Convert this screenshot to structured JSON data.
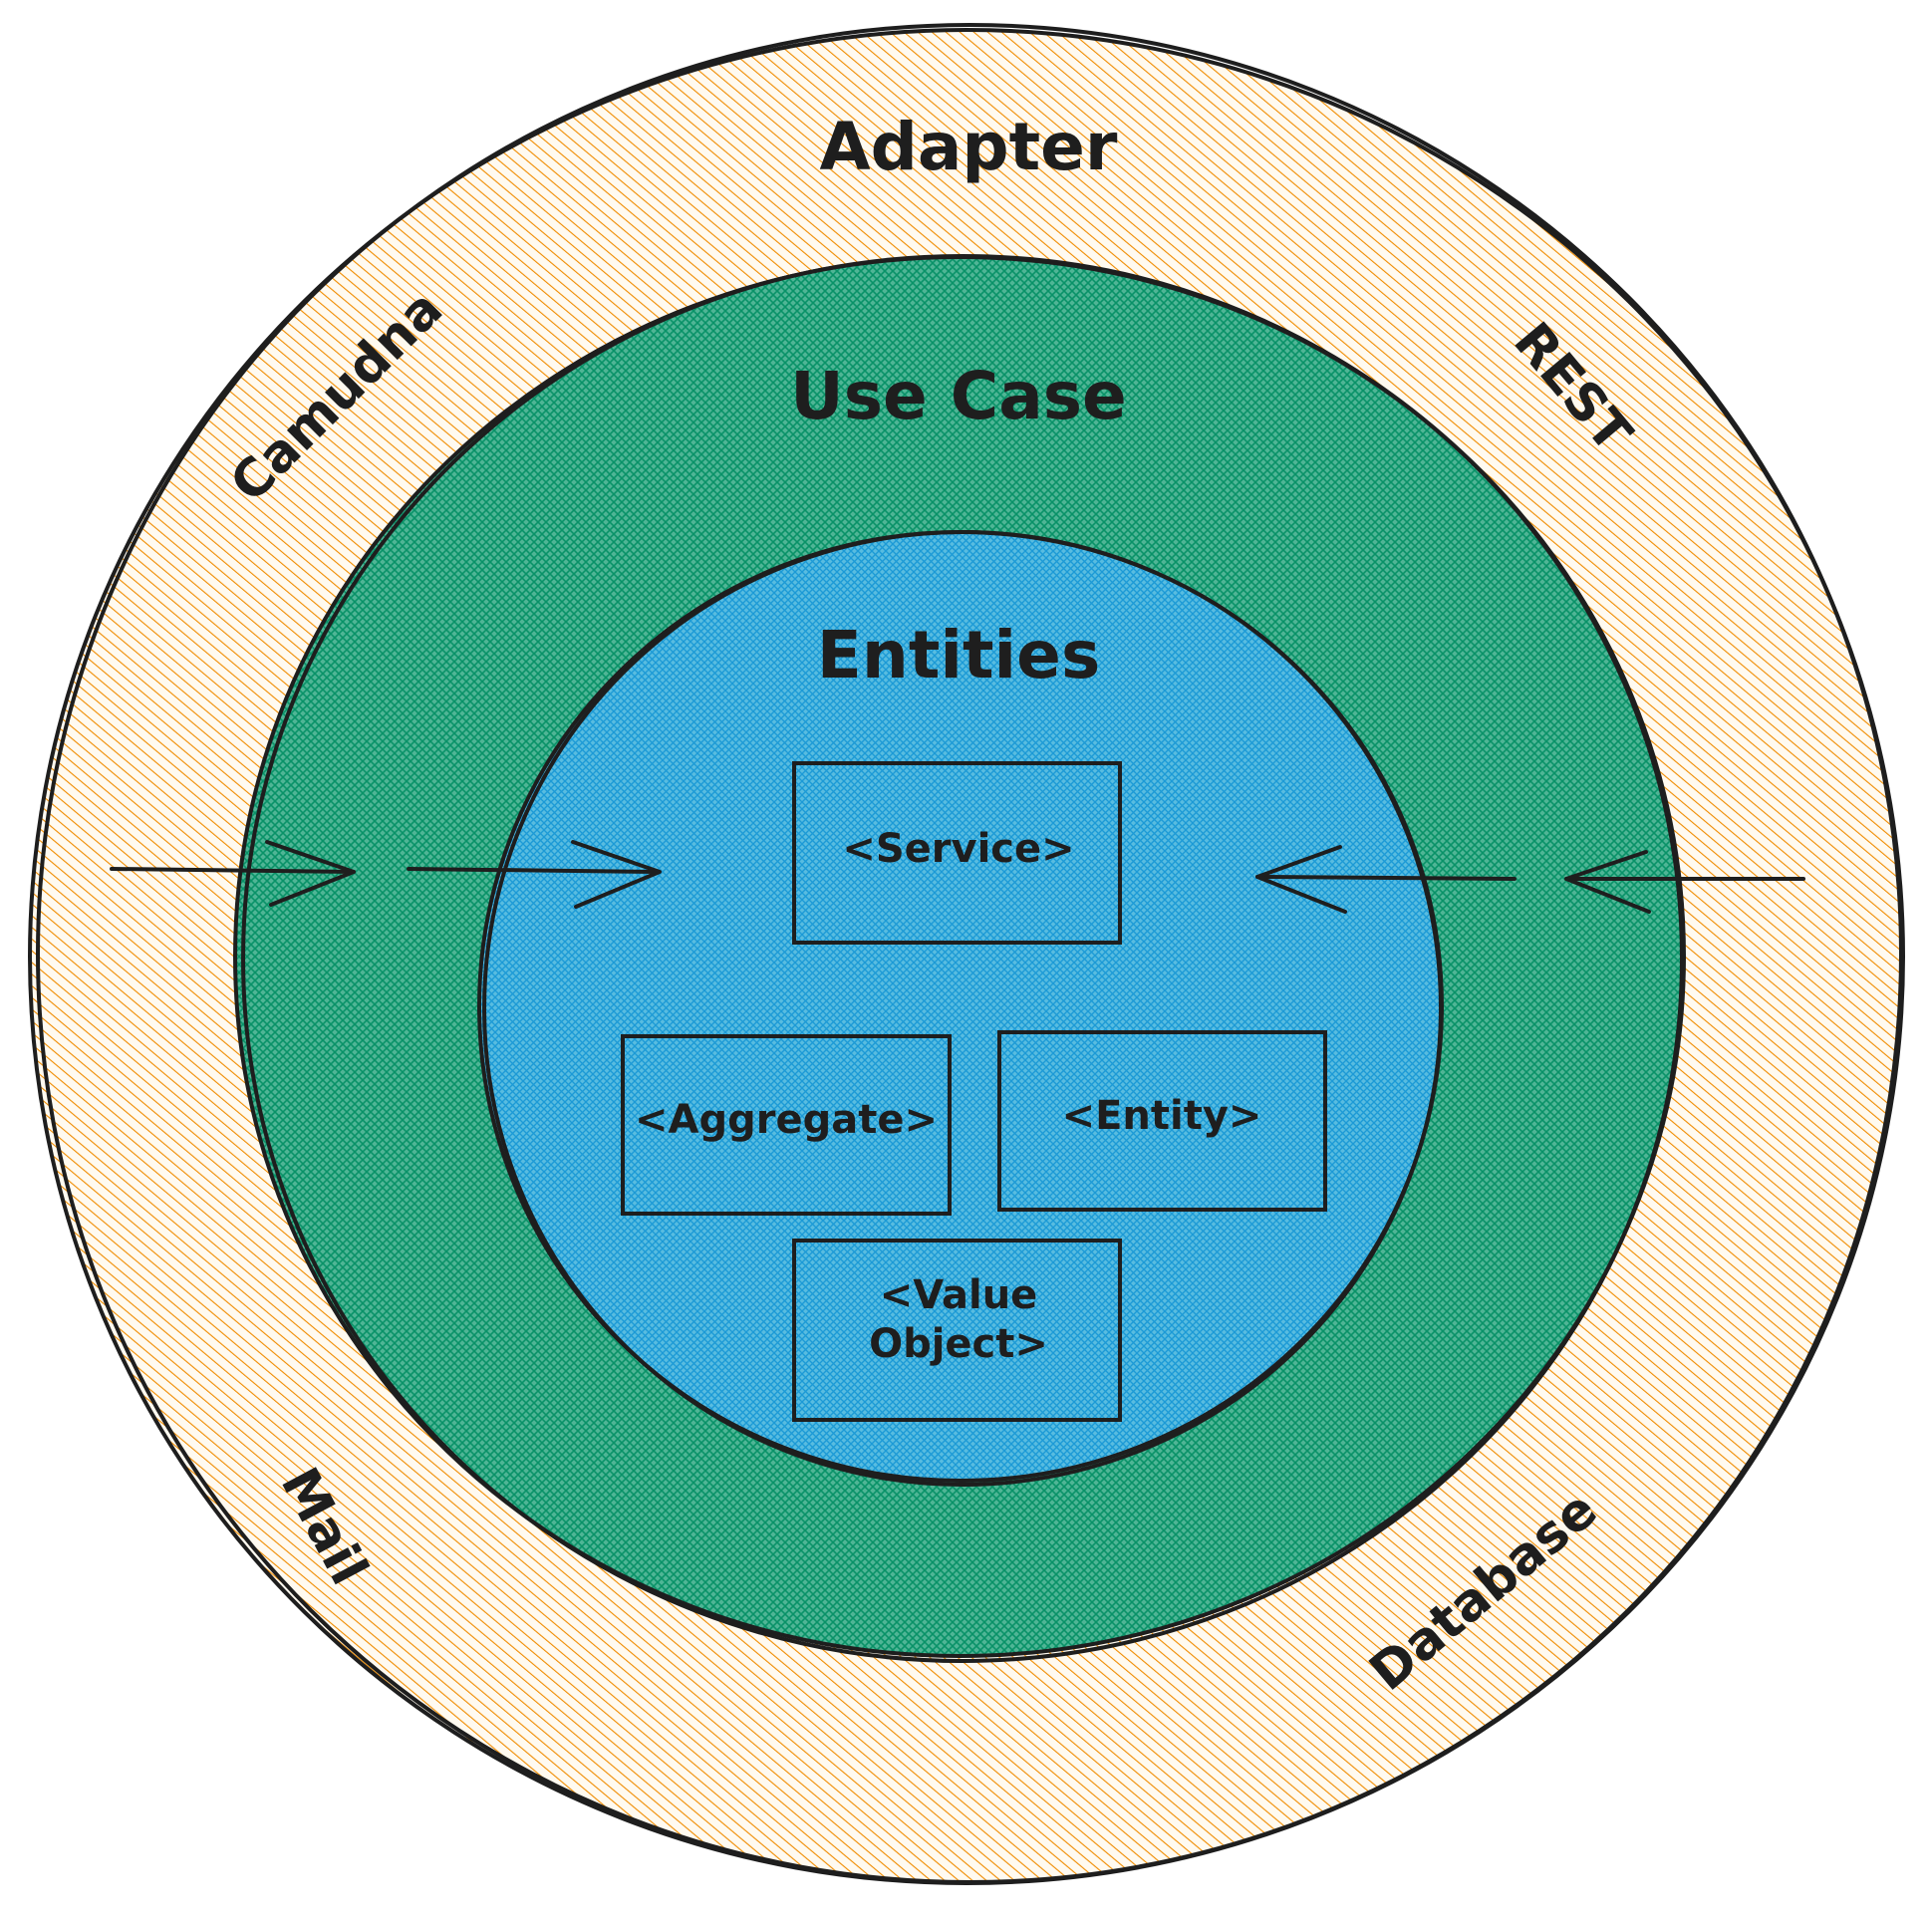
{
  "layers": {
    "adapter": {
      "title": "Adapter",
      "color": "#f08c00"
    },
    "use_case": {
      "title": "Use Case",
      "color": "#099268"
    },
    "entities": {
      "title": "Entities",
      "color": "#1c9ad6"
    }
  },
  "adapters": {
    "camunda": "Camudna",
    "rest": "REST",
    "mail": "Mail",
    "database": "Database"
  },
  "boxes": {
    "service": "<Service>",
    "aggregate": "<Aggregate>",
    "entity": "<Entity>",
    "value_object_line1": "<Value",
    "value_object_line2": "Object>"
  }
}
